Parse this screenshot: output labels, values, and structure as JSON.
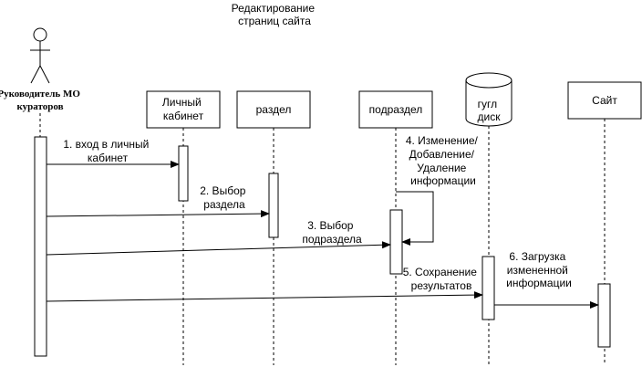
{
  "title": [
    "Редактирование",
    "страниц сайта"
  ],
  "actor": {
    "label": [
      "Руководитель МО",
      "кураторов"
    ]
  },
  "participants": [
    {
      "id": "cabinet",
      "label": [
        "Личный",
        "кабинет"
      ]
    },
    {
      "id": "section",
      "label": [
        "раздел"
      ]
    },
    {
      "id": "subsection",
      "label": [
        "подраздел"
      ]
    },
    {
      "id": "drive",
      "label": [
        "гугл",
        "диск"
      ]
    },
    {
      "id": "site",
      "label": [
        "Сайт"
      ]
    }
  ],
  "messages": [
    {
      "label": [
        "1. вход в личный",
        "кабинет"
      ]
    },
    {
      "label": [
        "2. Выбор",
        "раздела"
      ]
    },
    {
      "label": [
        "3. Выбор",
        "подраздела"
      ]
    },
    {
      "label": [
        "4. Изменение/",
        "Добавление/",
        "Удаление",
        "информации"
      ]
    },
    {
      "label": [
        "5. Сохранение",
        "результатов"
      ]
    },
    {
      "label": [
        "6. Загрузка",
        "измененной",
        "информации"
      ]
    }
  ]
}
